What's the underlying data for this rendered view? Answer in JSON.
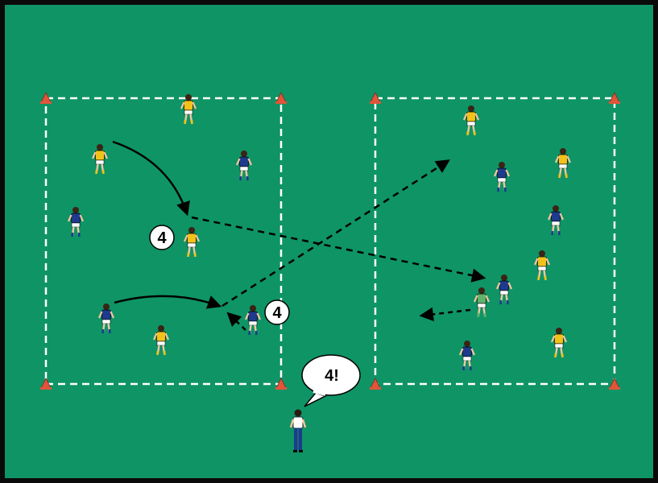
{
  "colors": {
    "pitch": "#0f9466",
    "border": "#0a0a0a",
    "lines": "#ffffff",
    "team_blue": "#1e3a8c",
    "team_yellow": "#f2c21a",
    "keeper": "#5fb36b",
    "cone": "#e0553a"
  },
  "badges": {
    "left": "4",
    "middle": "4"
  },
  "coach": {
    "speech": "4!"
  },
  "icons": {
    "player": "player-figure-icon",
    "cone": "cone-icon",
    "arrow": "arrow-head-icon"
  }
}
